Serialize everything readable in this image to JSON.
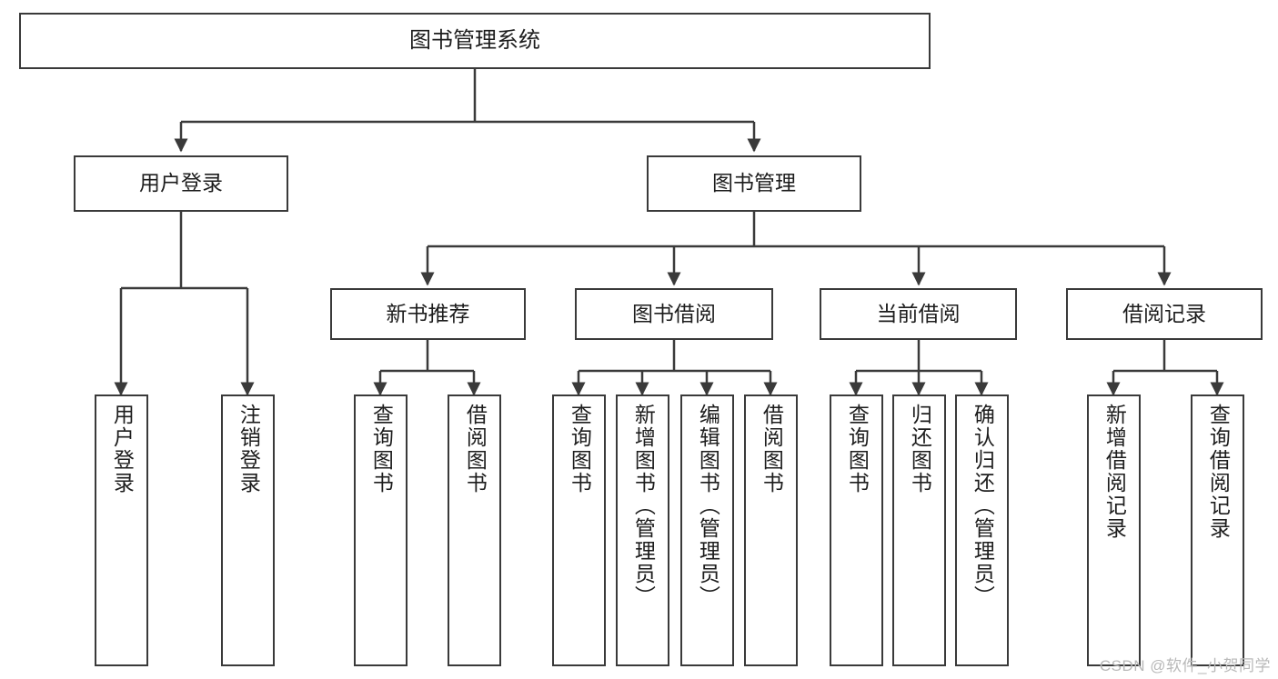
{
  "diagram": {
    "title": "图书管理系统",
    "type": "tree-hierarchy-diagram",
    "watermark": "CSDN @软件_小贺同学",
    "colors": {
      "stroke": "#3a3a3a",
      "fill": "#ffffff",
      "text": "#1d1d1d",
      "watermark": "#b9b9b9"
    },
    "root": {
      "label": "图书管理系统"
    },
    "level2": [
      {
        "label": "用户登录"
      },
      {
        "label": "图书管理"
      }
    ],
    "level3": [
      {
        "label": "新书推荐"
      },
      {
        "label": "图书借阅"
      },
      {
        "label": "当前借阅"
      },
      {
        "label": "借阅记录"
      }
    ],
    "leaves": {
      "user_login": [
        {
          "label": "用户登录"
        },
        {
          "label": "注销登录"
        }
      ],
      "new_book_recommend": [
        {
          "label": "查询图书"
        },
        {
          "label": "借阅图书"
        }
      ],
      "book_borrow": [
        {
          "label": "查询图书"
        },
        {
          "label": "新增图书（管理员）"
        },
        {
          "label": "编辑图书（管理员）"
        },
        {
          "label": "借阅图书"
        }
      ],
      "current_borrow": [
        {
          "label": "查询图书"
        },
        {
          "label": "归还图书"
        },
        {
          "label": "确认归还（管理员）"
        }
      ],
      "borrow_record": [
        {
          "label": "新增借阅记录"
        },
        {
          "label": "查询借阅记录"
        }
      ]
    }
  }
}
